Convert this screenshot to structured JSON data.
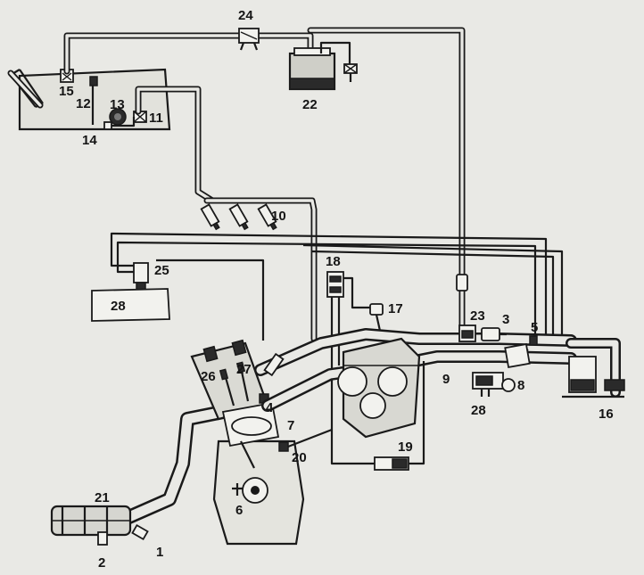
{
  "labels": {
    "l1": "1",
    "l2": "2",
    "l3": "3",
    "l4": "4",
    "l5": "5",
    "l6": "6",
    "l7": "7",
    "l8": "8",
    "l9": "9",
    "l10": "10",
    "l11": "11",
    "l12": "12",
    "l13": "13",
    "l14": "14",
    "l15": "15",
    "l16": "16",
    "l17": "17",
    "l18": "18",
    "l19": "19",
    "l20": "20",
    "l21": "21",
    "l22": "22",
    "l23": "23",
    "l24": "24",
    "l25": "25",
    "l26": "26",
    "l27": "27",
    "l28a": "28",
    "l28b": "28"
  },
  "colors": {
    "ink": "#1a1a1a",
    "paper": "#e9e9e5"
  }
}
